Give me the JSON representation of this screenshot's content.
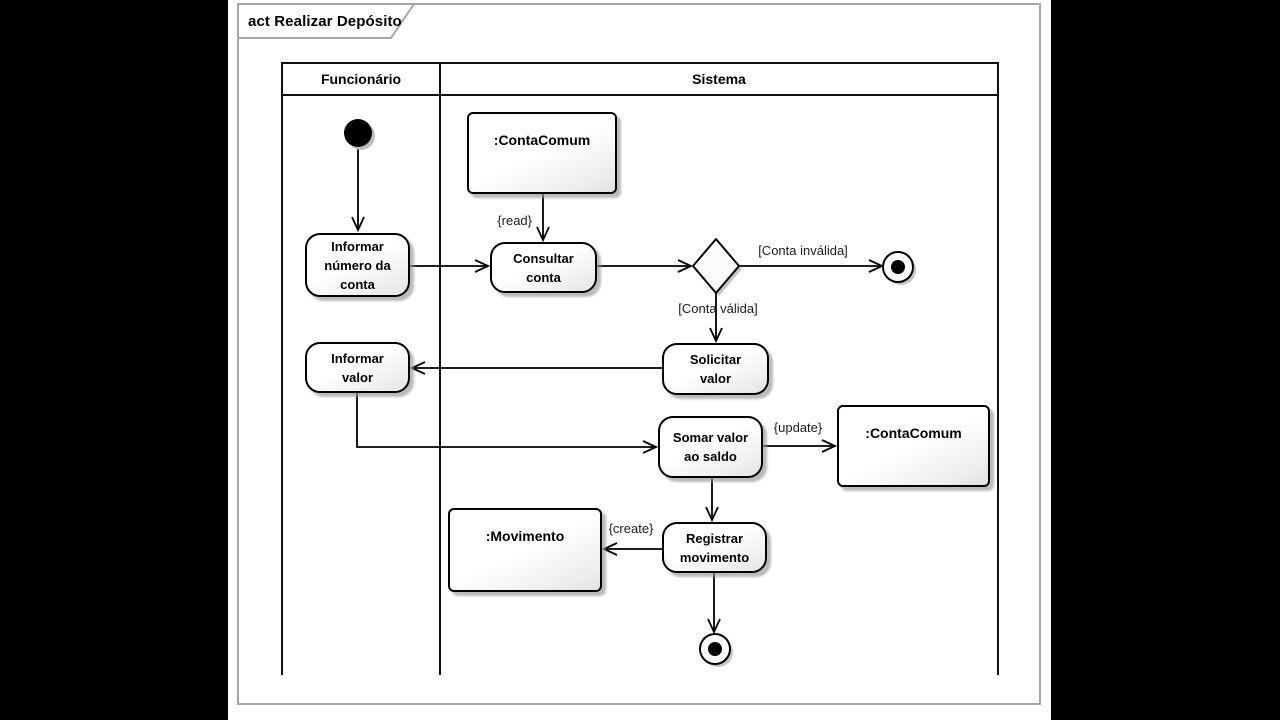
{
  "frame": {
    "title": "act Realizar Depósito"
  },
  "lanes": [
    {
      "label": "Funcionário"
    },
    {
      "label": "Sistema"
    }
  ],
  "nodes": {
    "informar_numero": {
      "label": "Informar\nnúmero da\nconta",
      "type": "action"
    },
    "conta_comum_top": {
      "label": ":ContaComum",
      "type": "object"
    },
    "consultar_conta": {
      "label": "Consultar\nconta",
      "type": "action"
    },
    "solicitar_valor": {
      "label": "Solicitar\nvalor",
      "type": "action"
    },
    "informar_valor": {
      "label": "Informar\nvalor",
      "type": "action"
    },
    "somar_valor": {
      "label": "Somar valor\nao saldo",
      "type": "action"
    },
    "conta_comum_bottom": {
      "label": ":ContaComum",
      "type": "object"
    },
    "registrar_movimento": {
      "label": "Registrar\nmovimento",
      "type": "action"
    },
    "movimento": {
      "label": ":Movimento",
      "type": "object"
    }
  },
  "edge_labels": {
    "read": "{read}",
    "conta_invalida": "[Conta inválida]",
    "conta_valida": "[Conta válida]",
    "update": "{update}",
    "create": "{create}"
  },
  "colors": {
    "letterbox": "#000000",
    "canvas_bg": "#ffffff",
    "frame_border": "#a6a6a6",
    "line": "#000000",
    "shadow": "#969696"
  }
}
